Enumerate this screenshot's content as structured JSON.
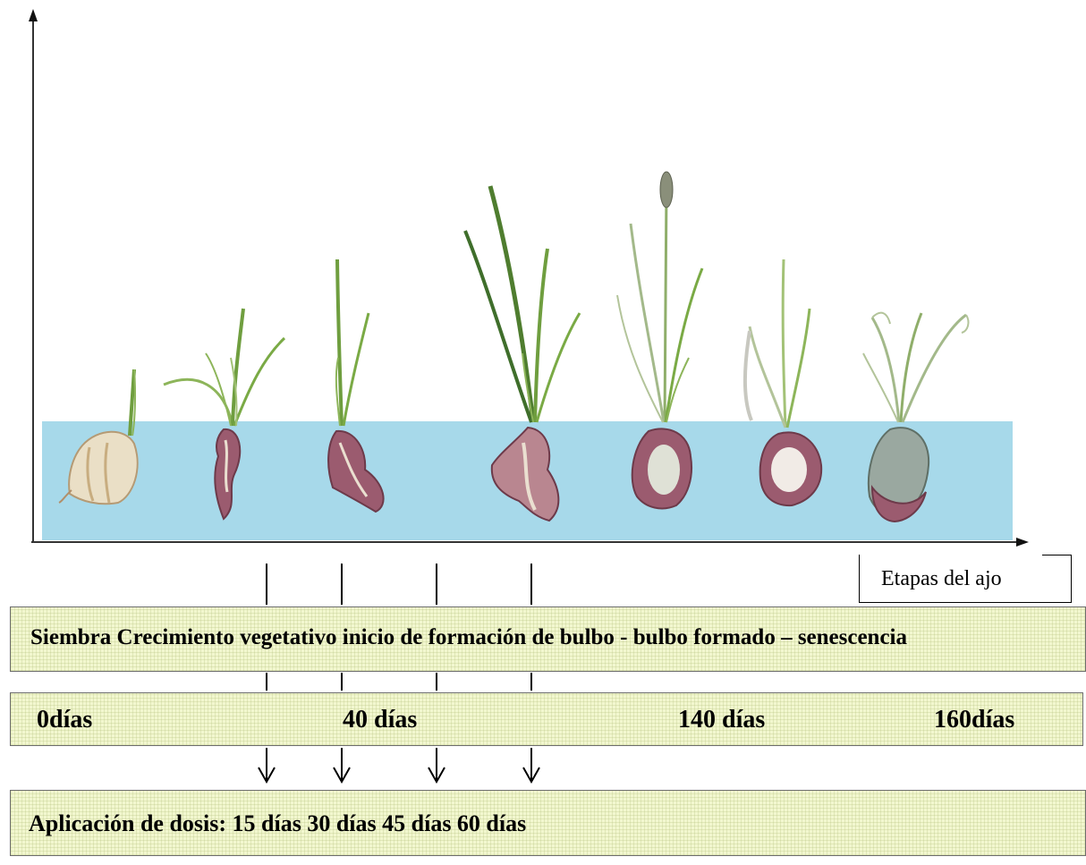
{
  "axis_label": "Etapas del ajo",
  "stages_text": "Siembra Crecimiento vegetativo inicio de formación de bulbo - bulbo formado – senescencia",
  "days": [
    "0días",
    "40 días",
    "140 días",
    "160días"
  ],
  "dose_text": "Aplicación de dosis: 15 días 30 días 45 días 60 días",
  "plants": [
    "garlic-clove-sprouting",
    "garlic-seedling",
    "garlic-young-plant",
    "garlic-vegetative-plant",
    "garlic-flowering-plant",
    "garlic-bulb-formed",
    "garlic-senescent-plant"
  ],
  "colors": {
    "soil": "#a7d9ea",
    "band_fill": "#f2f7cf",
    "leaf": "#6f9e3f",
    "leaf_dark": "#3f6e2b",
    "bulb": "#9b5b6f",
    "bulb_light": "#eadfd0"
  }
}
